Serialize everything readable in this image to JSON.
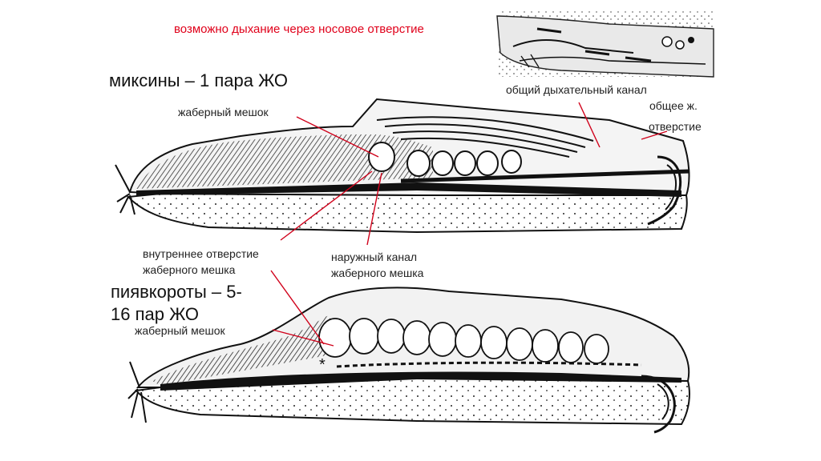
{
  "slide": {
    "top_note": "возможно дыхание через носовое отверстие",
    "hagfish_title": "миксины – 1 пара ЖО",
    "lamprey_title_line1": "пиявкороты – 5-",
    "lamprey_title_line2": "16 пар ЖО"
  },
  "labels": {
    "gill_sac_top": "жаберный мешок",
    "common_resp_canal": "общий дыхательный канал",
    "common_gill_opening_1": "общее ж.",
    "common_gill_opening_2": "отверстие",
    "inner_opening_1": "внутреннее отверстие",
    "inner_opening_2": "жаберного мешка",
    "outer_canal_1": "наружный канал",
    "outer_canal_2": "жаберного мешка",
    "gill_sac_bottom": "жаберный мешок"
  },
  "colors": {
    "accent_red": "#e0001a",
    "pointer_line": "#d0001a",
    "ink": "#111111"
  }
}
